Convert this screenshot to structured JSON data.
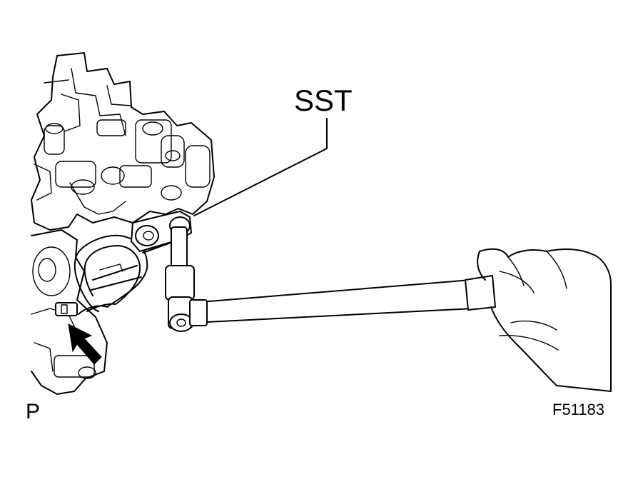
{
  "labels": {
    "tool": "SST",
    "view": "P",
    "figure_id": "F51183"
  },
  "icons": [
    "arrow-pointer-icon",
    "hand-icon",
    "wrench-icon"
  ],
  "colors": {
    "ink": "#000000",
    "paper": "#ffffff"
  }
}
